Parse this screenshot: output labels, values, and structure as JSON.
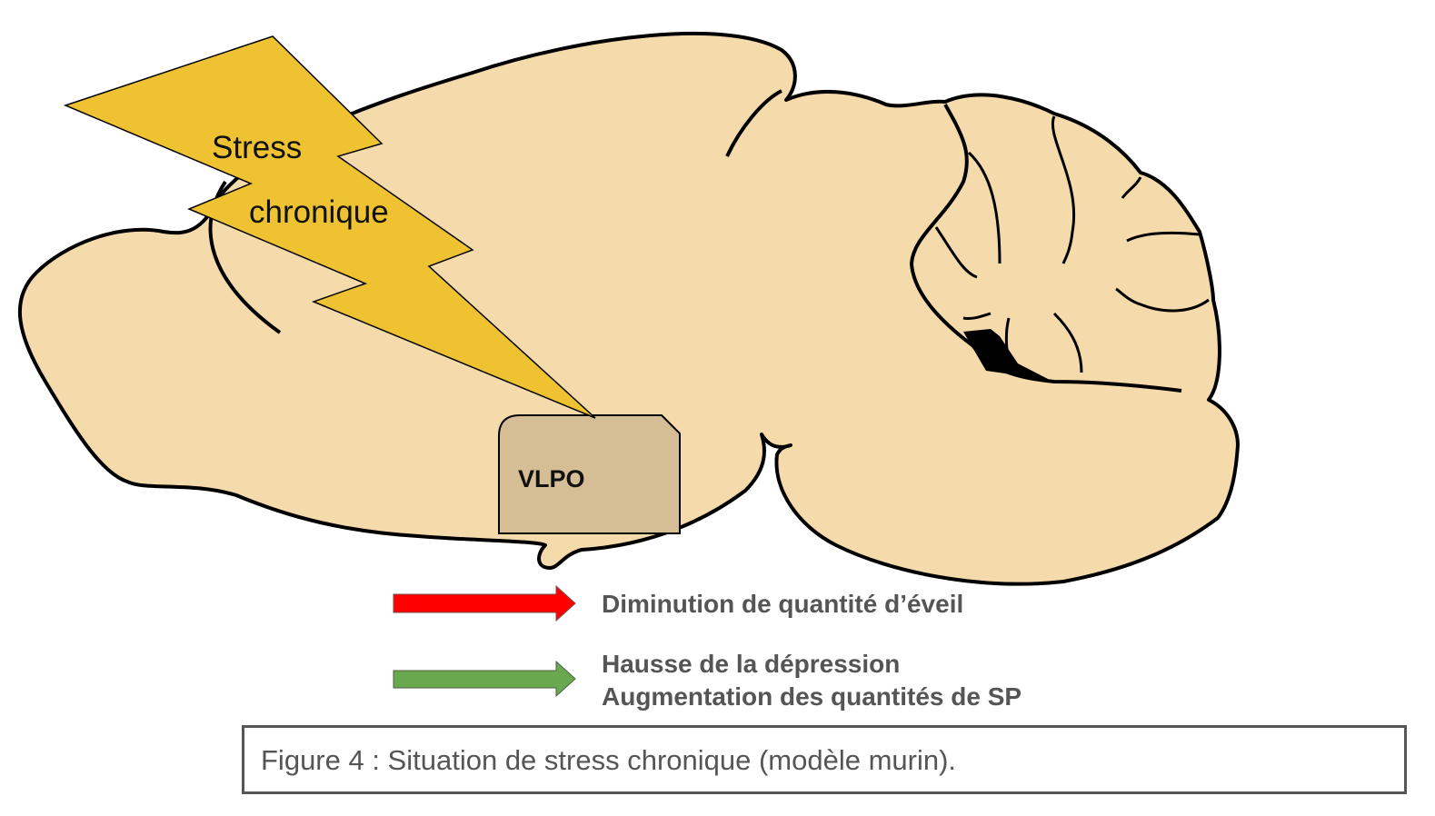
{
  "figure": {
    "stress_label_line1": "Stress",
    "stress_label_line2": "chronique",
    "region_label": "VLPO",
    "legend": [
      {
        "arrow_color": "#ff0000",
        "arrow_name": "red-arrow",
        "lines": [
          "Diminution de quantité d’éveil"
        ]
      },
      {
        "arrow_color": "#6aa84f",
        "arrow_name": "green-arrow",
        "lines": [
          "Hausse de la dépression",
          "Augmentation des quantités de SP"
        ]
      }
    ],
    "caption": "Figure 4 : Situation de stress chronique (modèle murin).",
    "colors": {
      "brain_fill": "#f5dbab",
      "bolt_fill": "#efc232",
      "vlpo_fill": "#d5bd95",
      "text_gray": "#555555"
    }
  }
}
